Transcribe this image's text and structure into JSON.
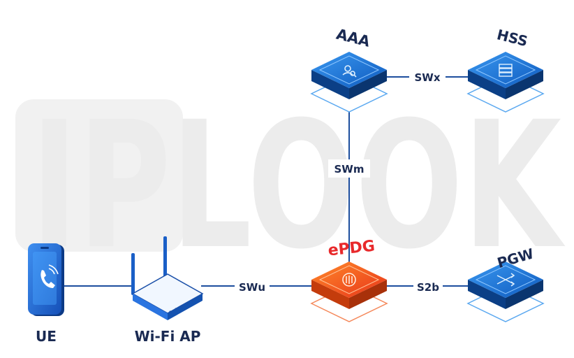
{
  "watermark": "IPLOOK",
  "colors": {
    "line": "#1d4e9e",
    "label": "#1a2a52",
    "accent": "#e8292b",
    "node_top": "#1b74d6",
    "node_side": "#0b3f86",
    "epdg_top": "#f25c1e",
    "epdg_side": "#c43c0c",
    "watermark": "#eeeeee"
  },
  "nodes": {
    "aaa": {
      "label": "AAA",
      "icon": "user-search-icon"
    },
    "hss": {
      "label": "HSS",
      "icon": "database-icon"
    },
    "epdg": {
      "label": "ePDG",
      "icon": "equalizer-icon"
    },
    "pgw": {
      "label": "PGW",
      "icon": "crossing-arrows-icon"
    },
    "ue": {
      "label": "UE",
      "icon": "phone-icon"
    },
    "wifi": {
      "label": "Wi-Fi AP",
      "icon": "router-icon"
    }
  },
  "links": {
    "swx": "SWx",
    "swm": "SWm",
    "swu": "SWu",
    "s2b": "S2b"
  }
}
